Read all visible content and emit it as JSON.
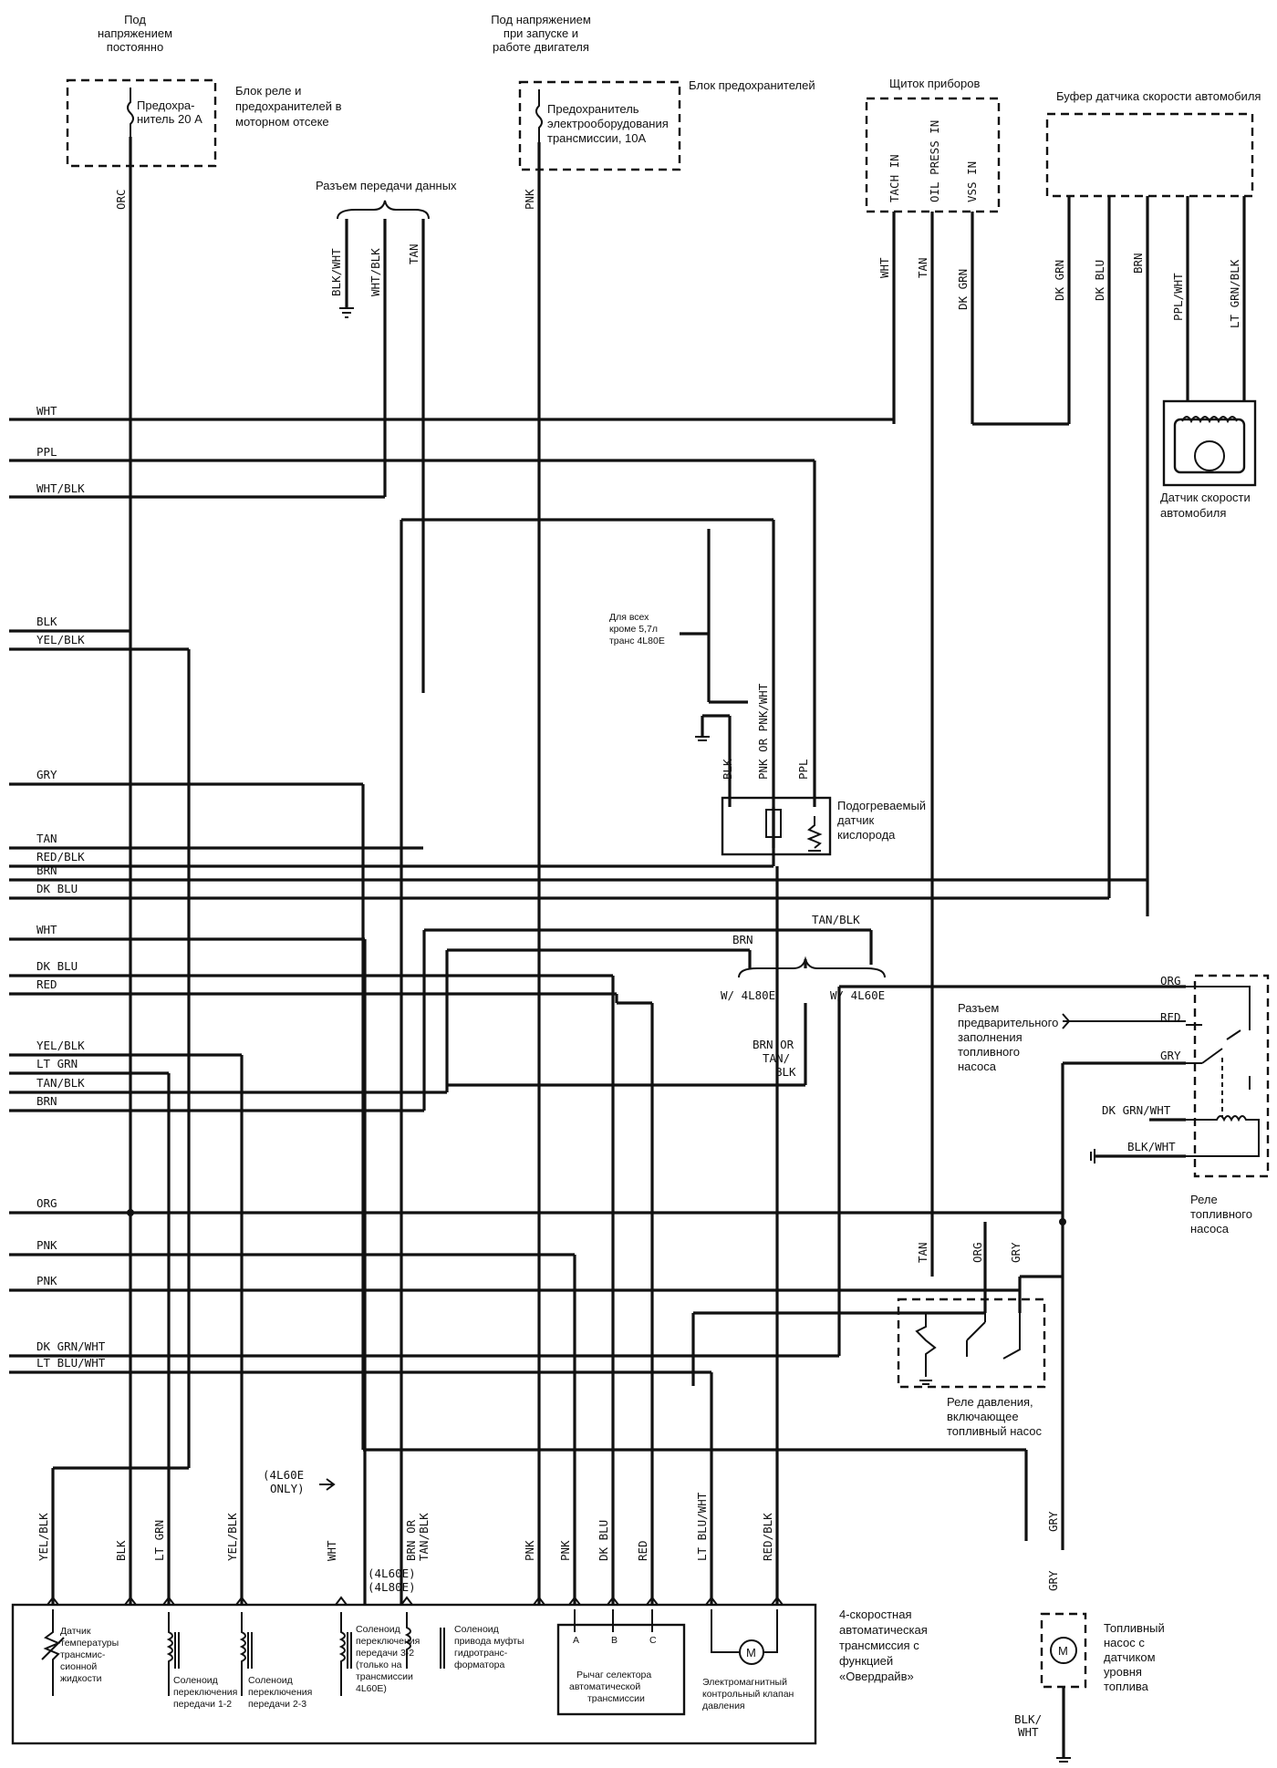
{
  "sources": {
    "constant": "Под напряжением постоянно",
    "run_start": "Под напряжением при запуске и работе двигателя"
  },
  "blocks": {
    "relay_fuse_block": "Блок реле и предохранителей в моторном отсеке",
    "fuse_20a": "Предохра-нитель 20 А",
    "fuse_block": "Блок предохранителей",
    "fuse_trans": "Предохранитель электрооборудования трансмиссии, 10A",
    "dlc": "Разъем передачи данных",
    "cluster": "Щиток приборов",
    "vss_buffer": "Буфер датчика скорости автомобиля",
    "vss_sensor": "Датчик скорости автомобиля",
    "o2_note": "Для всех кроме 5,7л транс 4L80E",
    "o2_sensor": "Подогреваемый датчик кислорода",
    "prime_conn": "Разъем предварительного заполнения топливного насоса",
    "fuel_relay": "Реле топливного насоса",
    "pressure_relay": "Реле давления, включающее топливный насос",
    "transmission": "4-скоростная автоматическая трансмиссия с функцией «Овердрайв»",
    "fuel_pump": "Топливный насос с датчиком уровня топлива"
  },
  "cluster_pins": [
    "TACH IN",
    "OIL PRESS IN",
    "VSS IN"
  ],
  "trans_components": {
    "temp": "Датчик температуры трансмис-сионной жидкости",
    "sol12": "Соленоид переключения передачи 1-2",
    "sol23": "Соленоид переключения передачи 2-3",
    "sol32": "Соленоид переключения передачи 3-2 (только на трансмиссии 4L60E)",
    "tcc": "Соленоид привода муфты гидротранс-форматора",
    "selector": "Рычаг селектора автоматической трансмиссии",
    "epc": "Электромагнитный контрольный клапан давления",
    "sel_a": "A",
    "sel_b": "B",
    "sel_c": "C",
    "motor": "M"
  },
  "variant_notes": {
    "l60_only": "(4L60E ONLY)",
    "l60": "(4L60E)",
    "l80": "(4L80E)",
    "w_80": "W/ 4L80E",
    "w_60": "W/ 4L60E",
    "brn_or": "BRN OR TAN/ BLK"
  },
  "left_wires": [
    "WHT",
    "PPL",
    "WHT/BLK",
    "BLK",
    "YEL/BLK",
    "GRY",
    "TAN",
    "RED/BLK",
    "BRN",
    "DK BLU",
    "WHT",
    "DK BLU",
    "RED",
    "YEL/BLK",
    "LT GRN",
    "TAN/BLK",
    "BRN",
    "ORG",
    "PNK",
    "PNK",
    "DK GRN/WHT",
    "LT BLU/WHT"
  ],
  "top_wire_labels": {
    "orc": "ORC",
    "pnk": "PNK",
    "dlc": [
      "BLK/WHT",
      "WHT/BLK",
      "TAN"
    ],
    "cluster": [
      "WHT",
      "TAN",
      "DK GRN"
    ],
    "buffer": [
      "DK GRN",
      "DK BLU",
      "BRN",
      "PPL/WHT",
      "LT GRN/BLK"
    ]
  },
  "o2_wires": [
    "BLK",
    "PNK OR PNK/WHT",
    "PPL"
  ],
  "mid_labels": {
    "brn": "BRN",
    "tan_blk": "TAN/BLK"
  },
  "relay_pins": [
    "ORG",
    "RED",
    "GRY",
    "DK GRN/WHT",
    "BLK/WHT"
  ],
  "pressure_wires": [
    "TAN",
    "ORG",
    "GRY"
  ],
  "pump_wires": [
    "GRY",
    "GRY",
    "BLK/ WHT"
  ],
  "trans_wires": [
    "YEL/BLK",
    "BLK",
    "LT GRN",
    "YEL/BLK",
    "WHT",
    "BRN OR TAN/BLK",
    "PNK",
    "PNK",
    "DK BLU",
    "RED",
    "LT BLU/WHT",
    "RED/BLK"
  ]
}
